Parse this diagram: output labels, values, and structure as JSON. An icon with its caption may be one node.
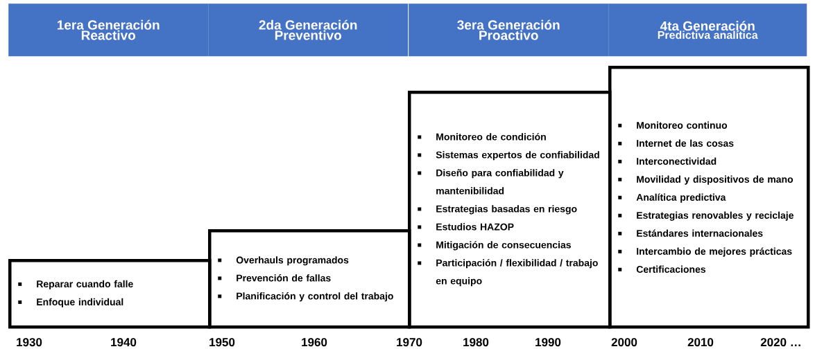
{
  "diagram": {
    "nodes": [
      {
        "text": [
          "1era Generación",
          "Reactivo"
        ]
      },
      {
        "text": [
          "2da Generación",
          "Preventivo"
        ]
      },
      {
        "text": [
          "3era Generación",
          "Proactivo"
        ]
      },
      {
        "text": [
          "4ta Generación",
          "Predictiva analítica"
        ]
      },
      {
        "text": [
          "Reparar cuando falle",
          "Enfoque individual"
        ]
      },
      {
        "text": [
          "Overhauls programados",
          "Prevención de fallas",
          "Planificación y control del trabajo"
        ]
      },
      {
        "text": [
          "Monitoreo de condición",
          "Sistemas expertos de confiabilidad",
          "Diseño para confiabilidad y mantenibilidad",
          "Estrategias basadas en riesgo",
          "Estudios HAZOP",
          "Mitigación de consecuencias",
          "Participación / flexibilidad / trabajo en equipo"
        ]
      },
      {
        "text": [
          "Monitoreo continuo",
          "Internet de las cosas",
          "Interconectividad",
          "Movilidad y dispositivos de mano",
          "Analítica predictiva",
          "Estrategias renovables y reciclaje",
          "Estándares internacionales",
          "Intercambio de mejores prácticas",
          "Certificaciones"
        ]
      }
    ],
    "edges": [],
    "labels": [
      "1930",
      "1940",
      "1950",
      "1960",
      "1970",
      "1980",
      "1990",
      "2000",
      "2010",
      "2020 …"
    ]
  }
}
